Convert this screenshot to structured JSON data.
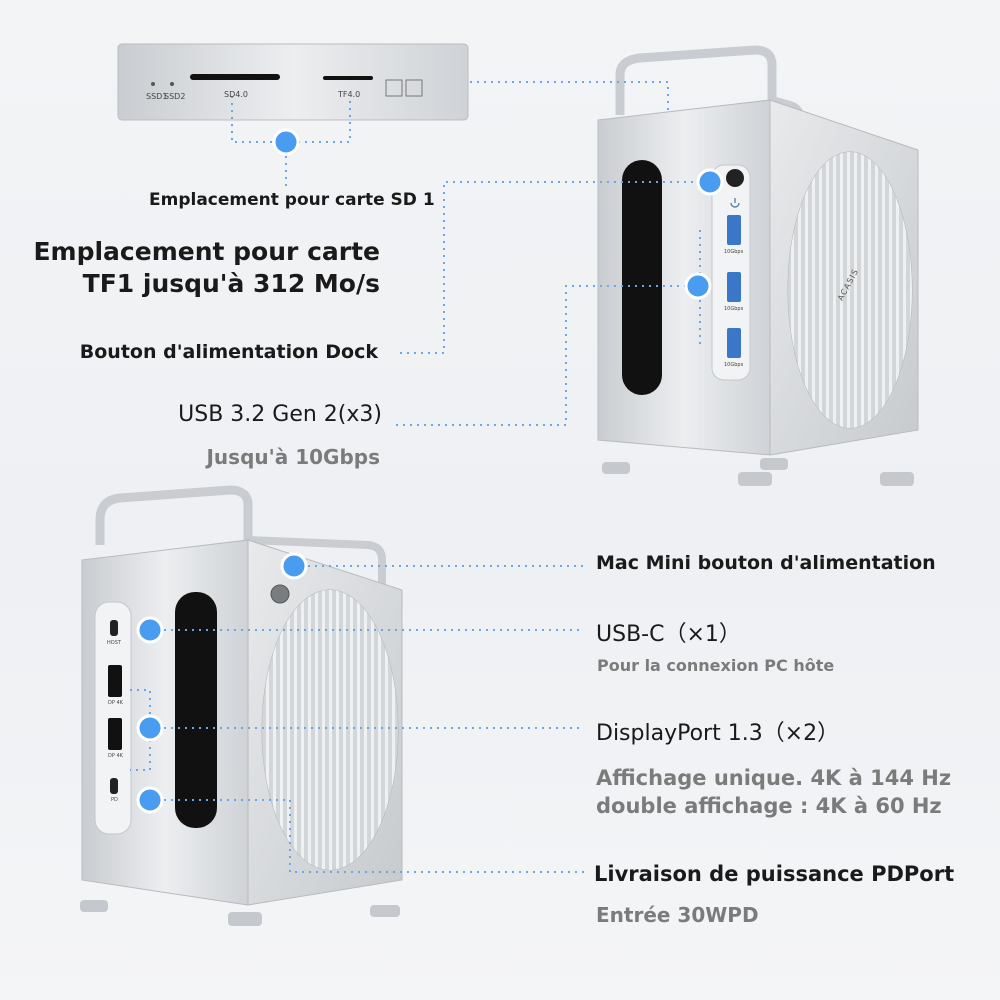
{
  "colors": {
    "dot": "#4a9cf0",
    "dot_ring": "#ffffff",
    "leader": "#6aa7e8",
    "aluminum": "#d7d9dc",
    "aluminum_dark": "#b6b9bd",
    "vent_black": "#111111",
    "text_dark": "#1a1a1a",
    "text_grey": "#7b7b7b"
  },
  "icons": [
    "power-icon"
  ],
  "front_panel": {
    "ssd_labels": [
      "SSD1",
      "SSD2"
    ],
    "sd_label": "SD4.0",
    "tf_label": "TF4.0"
  },
  "top_unit": {
    "brand": "ACASIS",
    "port_speed": "10Gbps"
  },
  "bottom_unit": {
    "port_labels": [
      "HOST",
      "DP 4K",
      "DP 4K",
      "PD"
    ]
  },
  "callouts": {
    "sd_slot": "Emplacement pour carte SD 1",
    "tf_slot_line1": "Emplacement pour carte",
    "tf_slot_line2": "TF1 jusqu'à 312 Mo/s",
    "dock_power": "Bouton d'alimentation Dock",
    "usb_title": "USB 3.2 Gen 2(x3)",
    "usb_sub": "Jusqu'à 10Gbps",
    "mac_power": "Mac Mini bouton d'alimentation",
    "usbc_title": "USB-C（×1）",
    "usbc_sub": "Pour la connexion PC hôte",
    "dp_title": "DisplayPort 1.3（×2）",
    "dp_sub1": "Affichage unique. 4K à 144 Hz",
    "dp_sub2": "double affichage : 4K à 60 Hz",
    "pd_title": "Livraison de puissance PDPort",
    "pd_sub": "Entrée 30WPD"
  }
}
